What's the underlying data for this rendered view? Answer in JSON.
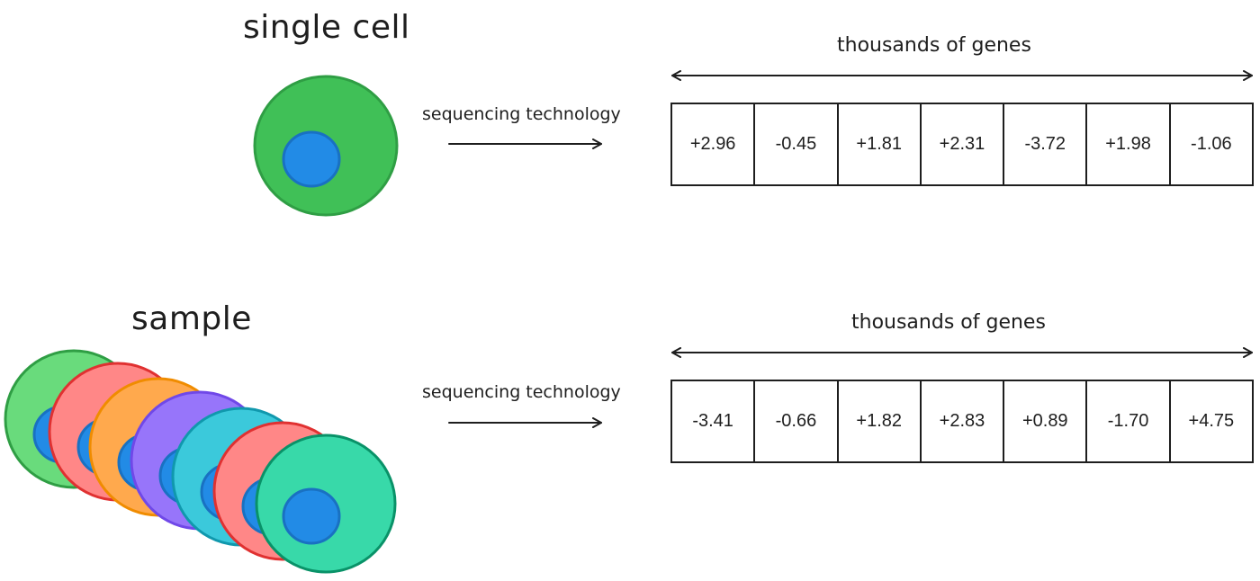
{
  "rows": [
    {
      "title": "single cell",
      "arrow_label": "sequencing technology",
      "axis_label": "thousands of genes",
      "values": [
        "+2.96",
        "-0.45",
        "+1.81",
        "+2.31",
        "-3.72",
        "+1.98",
        "-1.06"
      ]
    },
    {
      "title": "sample",
      "arrow_label": "sequencing technology",
      "axis_label": "thousands of genes",
      "values": [
        "-3.41",
        "-0.66",
        "+1.82",
        "+2.83",
        "+0.89",
        "-1.70",
        "+4.75"
      ]
    }
  ],
  "colors": {
    "single_cell_fill": "#40c057",
    "single_cell_stroke": "#2f9e44",
    "nucleus_fill": "#228be6",
    "nucleus_stroke": "#1971c2",
    "sample_cells": [
      {
        "fill": "#69db7c",
        "stroke": "#2f9e44"
      },
      {
        "fill": "#ff8787",
        "stroke": "#e03131"
      },
      {
        "fill": "#ffa94d",
        "stroke": "#f08c00"
      },
      {
        "fill": "#9775fa",
        "stroke": "#7048e8"
      },
      {
        "fill": "#3bc9db",
        "stroke": "#1098ad"
      },
      {
        "fill": "#ff8787",
        "stroke": "#e03131"
      },
      {
        "fill": "#38d9a9",
        "stroke": "#099268"
      }
    ]
  }
}
